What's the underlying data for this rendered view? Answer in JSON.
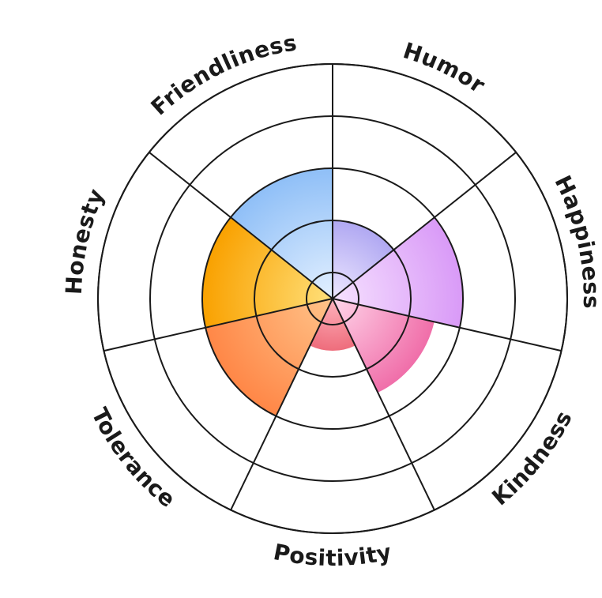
{
  "chart_data": {
    "type": "polar-area",
    "title": "",
    "categories": [
      "Humor",
      "Happiness",
      "Kindness",
      "Positivity",
      "Tolerance",
      "Honesty",
      "Friendliness"
    ],
    "values": [
      3,
      5,
      4,
      2,
      5,
      5,
      5
    ],
    "scale_max": 9,
    "ring_levels": 9,
    "start_angle_deg": 0,
    "direction": "clockwise",
    "colors": [
      [
        "#eee8ff",
        "#b0a8f2"
      ],
      [
        "#f6e2ff",
        "#d99af7"
      ],
      [
        "#ffd6ea",
        "#f06ea9"
      ],
      [
        "#ffb3bd",
        "#ee6d7c"
      ],
      [
        "#ffc48a",
        "#ff8747"
      ],
      [
        "#ffe07a",
        "#f9a100"
      ],
      [
        "#e3f0ff",
        "#8fbff7"
      ]
    ],
    "grid": true,
    "legend": "none"
  }
}
